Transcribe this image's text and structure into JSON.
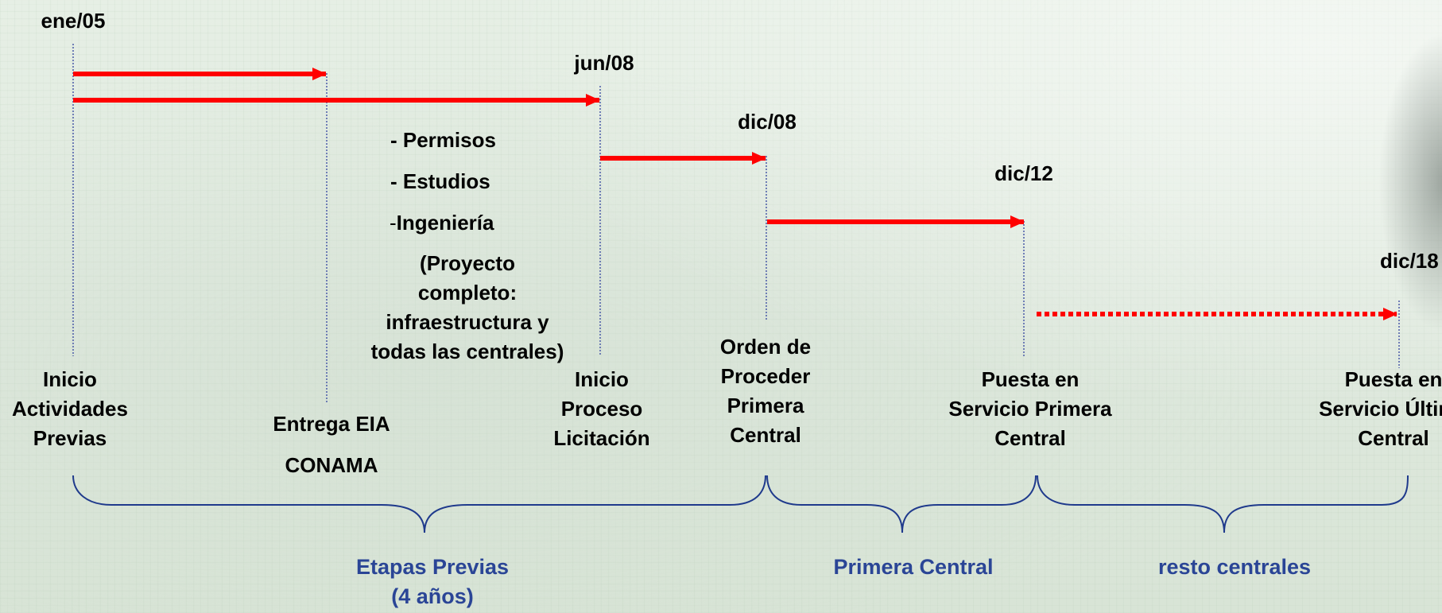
{
  "dates": {
    "ene05": "ene/05",
    "jun08": "jun/08",
    "dic08": "dic/08",
    "dic12": "dic/12",
    "dic18": "dic/18"
  },
  "activities": {
    "permisos": "- Permisos",
    "estudios": "- Estudios",
    "ingenieria_dash": "-",
    "ingenieria": "Ingeniería",
    "proyecto": [
      "(Proyecto",
      "completo:",
      "infraestructura y",
      "todas las centrales)"
    ]
  },
  "milestones": {
    "inicio_actividades": [
      "Inicio",
      "Actividades",
      "Previas"
    ],
    "entrega_eia": [
      "Entrega EIA",
      "CONAMA"
    ],
    "inicio_proceso": [
      "Inicio",
      "Proceso",
      "Licitación"
    ],
    "orden_proceder": [
      "Orden de",
      "Proceder",
      "Primera",
      "Central"
    ],
    "puesta_primera": [
      "Puesta en",
      "Servicio Primera",
      "Central"
    ],
    "puesta_ultima": [
      "Puesta en",
      "Servicio Última",
      "Central"
    ]
  },
  "phases": {
    "etapas_previas": [
      "Etapas Previas",
      "(4 años)"
    ],
    "primera_central": "Primera Central",
    "resto_centrales": "resto centrales"
  },
  "colors": {
    "arrow": "#ff0000",
    "brace": "#1f3a8c",
    "phase_text": "#2a4596",
    "guide_line": "#4a5aa8"
  }
}
